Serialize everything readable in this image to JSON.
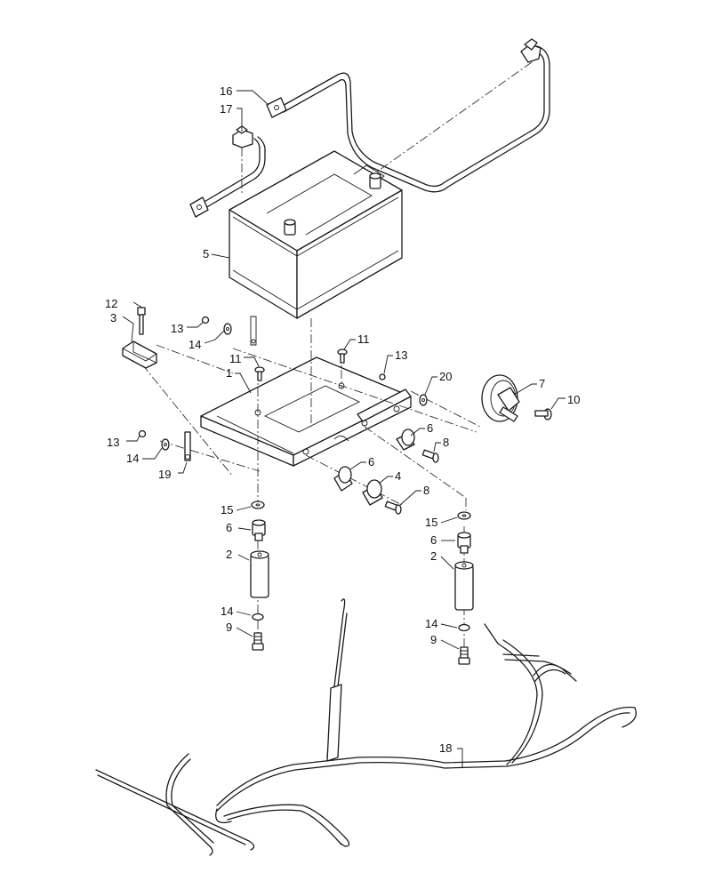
{
  "callouts": {
    "c1": "1",
    "c2a": "2",
    "c2b": "2",
    "c3": "3",
    "c4": "4",
    "c5": "5",
    "c6a": "6",
    "c6b": "6",
    "c6c": "6",
    "c6d": "6",
    "c7": "7",
    "c8a": "8",
    "c8b": "8",
    "c9a": "9",
    "c9b": "9",
    "c10": "10",
    "c11a": "11",
    "c11b": "11",
    "c12": "12",
    "c13a": "13",
    "c13b": "13",
    "c13c": "13",
    "c14a": "14",
    "c14b": "14",
    "c14c": "14",
    "c14d": "14",
    "c15a": "15",
    "c15b": "15",
    "c16": "16",
    "c17": "17",
    "c18": "18",
    "c19": "19",
    "c20": "20"
  }
}
